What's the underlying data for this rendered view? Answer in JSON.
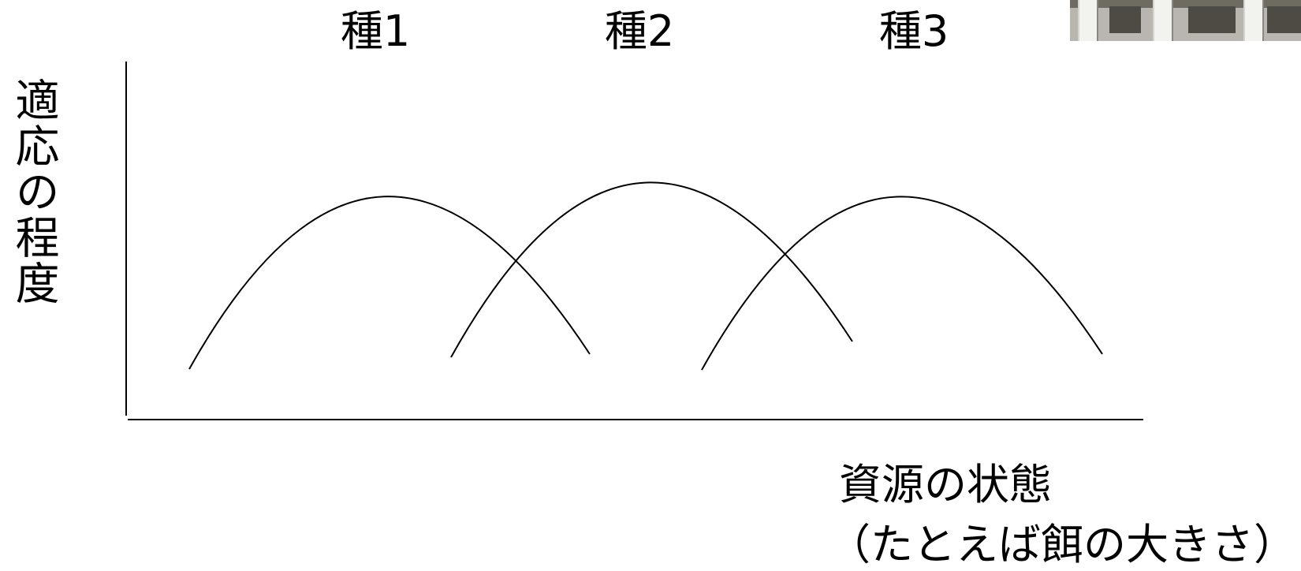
{
  "diagram": {
    "species": [
      "種1",
      "種2",
      "種3"
    ],
    "y_axis_label": "適応の程度",
    "x_axis_label": "資源の状態",
    "x_axis_sublabel": "（たとえば餌の大きさ）"
  },
  "colors": {
    "line": "#000000",
    "background": "#ffffff"
  },
  "decorations": {
    "photo_thumbnail": "railing-photo-fragment"
  }
}
